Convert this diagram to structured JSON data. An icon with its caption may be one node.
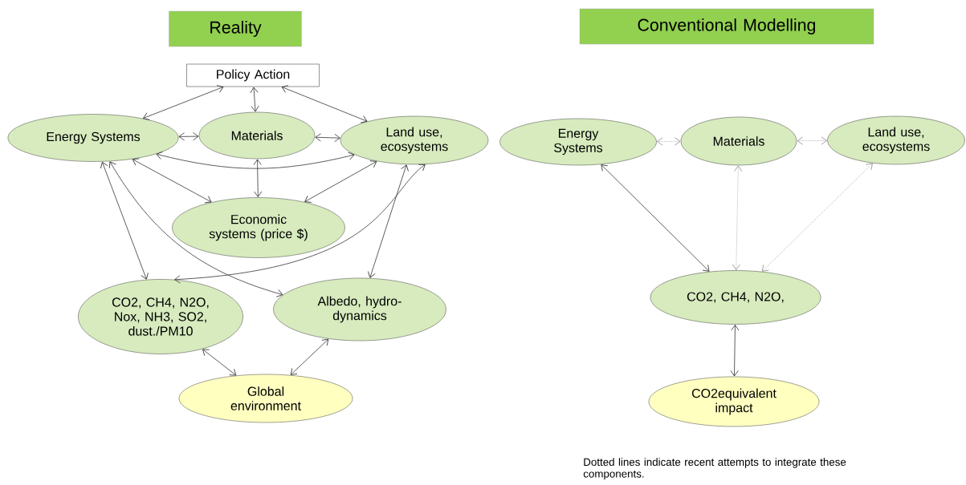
{
  "diagram": {
    "nodes": [
      {
        "text": [
          "Reality"
        ]
      },
      {
        "text": [
          "Conventional Modelling"
        ]
      },
      {
        "text": [
          "Policy Action"
        ]
      },
      {
        "text": [
          "Energy Systems"
        ]
      },
      {
        "text": [
          "Materials"
        ]
      },
      {
        "text": [
          "Land use, ecosystems"
        ]
      },
      {
        "text": [
          "Economic systems (price $)"
        ]
      },
      {
        "text": [
          "CO2, CH4, N2O, Nox, NH3, SO2, dust./PM10"
        ]
      },
      {
        "text": [
          "Albedo, hydro-dynamics"
        ]
      },
      {
        "text": [
          "Global environment"
        ]
      },
      {
        "text": [
          "Energy Systems"
        ]
      },
      {
        "text": [
          "Materials"
        ]
      },
      {
        "text": [
          "Land use, ecosystems"
        ]
      },
      {
        "text": [
          "CO2, CH4, N2O,"
        ]
      },
      {
        "text": [
          "CO2equivalent impact"
        ]
      }
    ],
    "edges": [
      {
        "from": 2,
        "to": 3,
        "arrow": "both"
      },
      {
        "from": 2,
        "to": 4,
        "arrow": "both"
      },
      {
        "from": 2,
        "to": 5,
        "arrow": "both"
      },
      {
        "from": 3,
        "to": 4,
        "arrow": "both"
      },
      {
        "from": 4,
        "to": 5,
        "arrow": "both"
      },
      {
        "from": 4,
        "to": 6,
        "arrow": "both"
      },
      {
        "from": 3,
        "to": 6,
        "arrow": "both"
      },
      {
        "from": 3,
        "to": 5,
        "arrow": "both"
      },
      {
        "from": 5,
        "to": 6,
        "arrow": "both"
      },
      {
        "from": 3,
        "to": 7,
        "arrow": "both"
      },
      {
        "from": 3,
        "to": 8,
        "arrow": "both"
      },
      {
        "from": 7,
        "to": 5,
        "arrow": "both"
      },
      {
        "from": 5,
        "to": 8,
        "arrow": "both"
      },
      {
        "from": 7,
        "to": 9,
        "arrow": "both"
      },
      {
        "from": 8,
        "to": 9,
        "arrow": "both"
      },
      {
        "from": 10,
        "to": 11,
        "arrow": "both",
        "style": "dashed",
        "color": "#8c8c8c"
      },
      {
        "from": 11,
        "to": 12,
        "arrow": "both",
        "style": "dashed",
        "color": "#8c8c8c"
      },
      {
        "from": 10,
        "to": 13,
        "arrow": "both"
      },
      {
        "from": 11,
        "to": 13,
        "arrow": "both",
        "style": "dashed",
        "color": "#8c8c8c"
      },
      {
        "from": 12,
        "to": 13,
        "arrow": "both",
        "style": "dashed",
        "color": "#8c8c8c"
      },
      {
        "from": 13,
        "to": 14,
        "arrow": "both"
      }
    ],
    "labels": [
      "Dotted lines indicate recent attempts to integrate these components."
    ]
  }
}
